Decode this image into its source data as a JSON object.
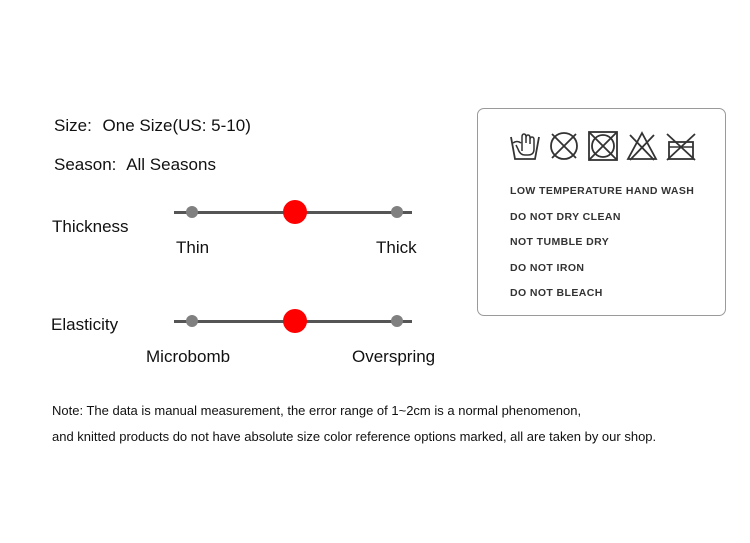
{
  "specs": {
    "size_label": "Size:",
    "size_value": "One Size(US: 5-10)",
    "season_label": "Season:",
    "season_value": "All Seasons"
  },
  "thickness": {
    "label": "Thickness",
    "left_label": "Thin",
    "right_label": "Thick",
    "level": 0.5
  },
  "elasticity": {
    "label": "Elasticity",
    "left_label": "Microbomb",
    "right_label": "Overspring",
    "level": 0.5
  },
  "colors": {
    "active_dot": "#ff0000",
    "inactive_dot": "#808080",
    "line": "#555555",
    "box_border": "#9a9a9a"
  },
  "care": {
    "icons": [
      "hand-wash-icon",
      "do-not-dry-clean-icon",
      "do-not-tumble-dry-icon",
      "do-not-iron-icon",
      "do-not-bleach-icon"
    ],
    "instructions": [
      "LOW TEMPERATURE HAND WASH",
      "DO NOT DRY CLEAN",
      "NOT TUMBLE DRY",
      "DO NOT IRON",
      "DO NOT BLEACH"
    ]
  },
  "note": {
    "line1": "Note: The data is manual measurement, the error range of 1~2cm is a normal phenomenon,",
    "line2": "and knitted products do not have absolute size color reference options marked, all are taken by our shop."
  }
}
